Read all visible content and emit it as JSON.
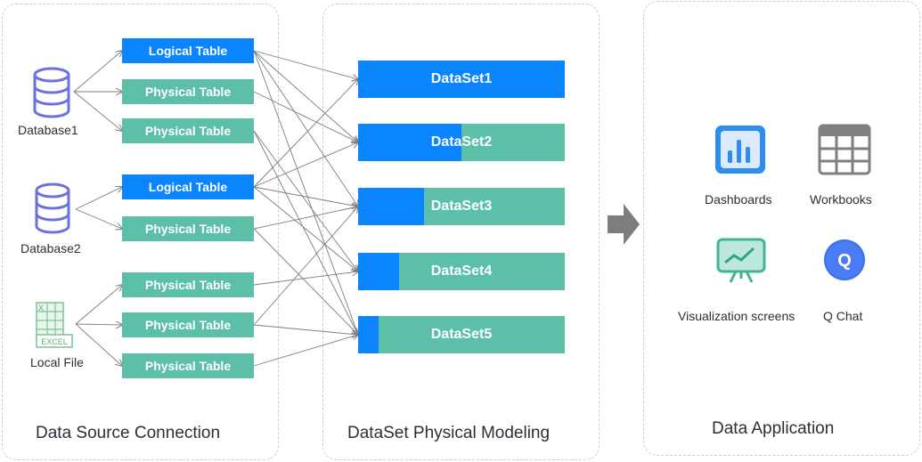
{
  "panels": {
    "source_title": "Data Source Connection",
    "model_title": "DataSet Physical Modeling",
    "app_title": "Data Application"
  },
  "sources": [
    {
      "label": "Database1",
      "icon": "database-icon"
    },
    {
      "label": "Database2",
      "icon": "database-icon"
    },
    {
      "label": "Local File",
      "icon": "excel-file-icon",
      "icon_text": "EXCEL"
    }
  ],
  "tables": [
    {
      "label": "Logical Table",
      "kind": "logical"
    },
    {
      "label": "Physical Table",
      "kind": "physical"
    },
    {
      "label": "Physical Table",
      "kind": "physical"
    },
    {
      "label": "Logical Table",
      "kind": "logical"
    },
    {
      "label": "Physical Table",
      "kind": "physical"
    },
    {
      "label": "Physical Table",
      "kind": "physical"
    },
    {
      "label": "Physical Table",
      "kind": "physical"
    },
    {
      "label": "Physical Table",
      "kind": "physical"
    }
  ],
  "datasets": [
    {
      "label": "DataSet1",
      "logical_share": 1.0
    },
    {
      "label": "DataSet2",
      "logical_share": 0.5
    },
    {
      "label": "DataSet3",
      "logical_share": 0.32
    },
    {
      "label": "DataSet4",
      "logical_share": 0.2
    },
    {
      "label": "DataSet5",
      "logical_share": 0.1
    }
  ],
  "applications": [
    {
      "label": "Dashboards",
      "icon": "dashboard-chart-icon"
    },
    {
      "label": "Workbooks",
      "icon": "spreadsheet-grid-icon"
    },
    {
      "label": "Visualization screens",
      "icon": "presentation-screen-icon"
    },
    {
      "label": "Q Chat",
      "icon": "chat-bubble-q-icon",
      "icon_text": "Q"
    }
  ],
  "flow_arrow": "right-arrow-icon",
  "colors": {
    "logical": "#0a84ff",
    "physical": "#5cc0a8",
    "connector": "#7a7e85",
    "database": "#6b72e0"
  }
}
